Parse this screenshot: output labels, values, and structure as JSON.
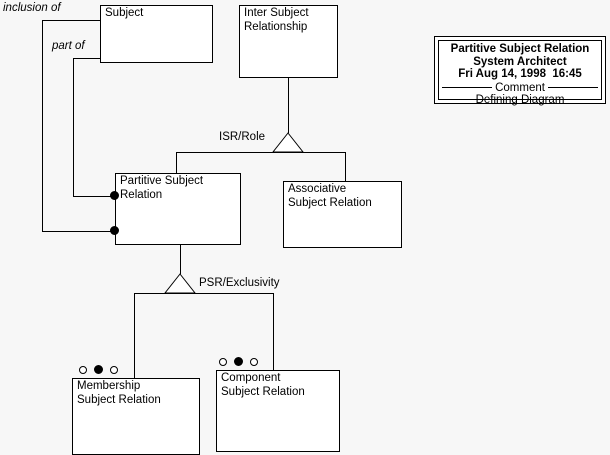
{
  "diagram": {
    "background_color": "#f7f7f7",
    "line_color": "#000000",
    "node_fill": "#ffffff",
    "nodes": [
      {
        "id": "subject",
        "label": "Subject"
      },
      {
        "id": "inter-subject-relationship",
        "label": "Inter Subject\nRelationship"
      },
      {
        "id": "partitive-subject-relation",
        "label": "Partitive Subject\nRelation"
      },
      {
        "id": "associative-subject-relation",
        "label": "Associative\nSubject Relation"
      },
      {
        "id": "membership-subject-relation",
        "label": "Membership\nSubject Relation"
      },
      {
        "id": "component-subject-relation",
        "label": "Component\nSubject Relation"
      }
    ],
    "edge_labels": {
      "inclusion_of": "inclusion of",
      "part_of": "part of",
      "isr_role": "ISR/Role",
      "psr_exclusivity": "PSR/Exclusivity"
    }
  },
  "title_block": {
    "title": "Partitive Subject Relation",
    "tool": "System Architect",
    "timestamp": "Fri Aug 14, 1998  16:45",
    "separator_label": "Comment",
    "comment": "Defining Diagram"
  }
}
